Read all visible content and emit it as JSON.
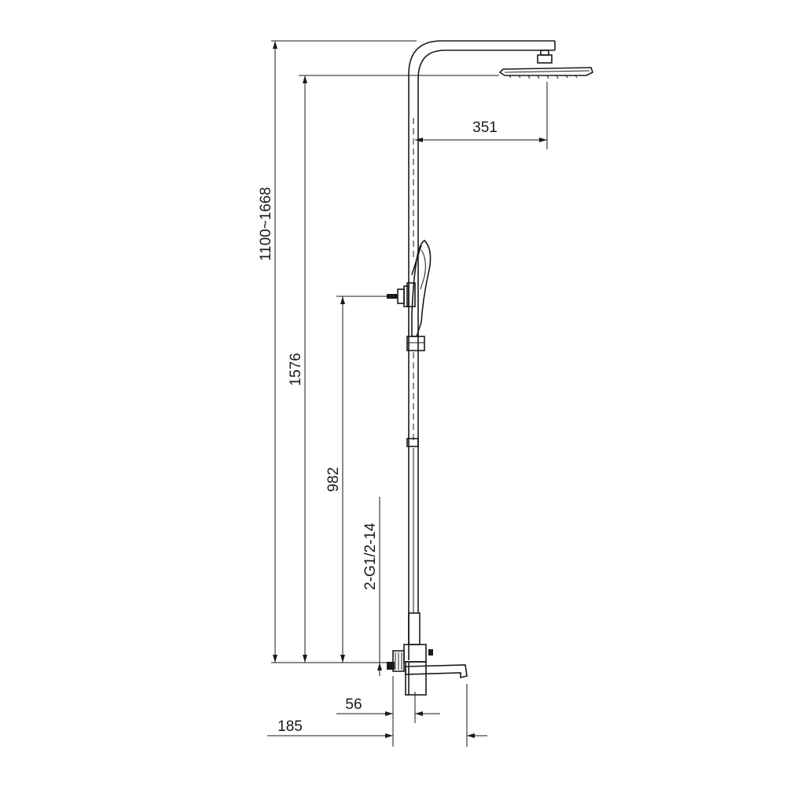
{
  "drawing": {
    "subject": "shower column",
    "dimensions": {
      "total_height": "1100~1668",
      "head_height": "1576",
      "inlet_height": "982",
      "arm_projection": "351",
      "thread_spec": "2-G1/2-14",
      "inlet_offset": "56",
      "spout_projection": "185"
    }
  }
}
